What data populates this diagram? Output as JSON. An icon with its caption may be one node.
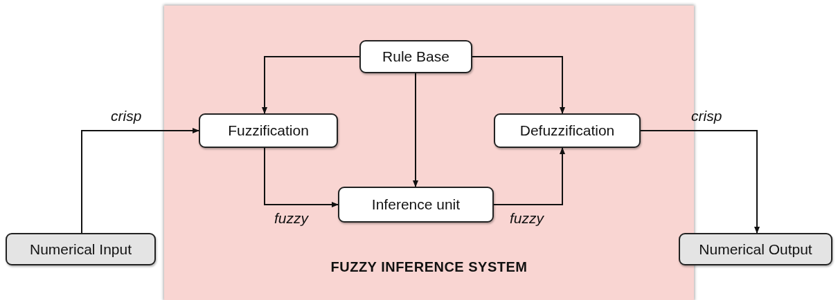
{
  "diagram": {
    "nodes": [
      {
        "text": [
          "FUZZY INFERENCE SYSTEM"
        ]
      },
      {
        "text": [
          "Rule Base"
        ],
        "in": 0
      },
      {
        "text": [
          "Fuzzification"
        ],
        "in": 0
      },
      {
        "text": [
          "Defuzzification"
        ],
        "in": 0
      },
      {
        "text": [
          "Inference unit"
        ],
        "in": 0
      },
      {
        "text": [
          "Numerical Input"
        ]
      },
      {
        "text": [
          "Numerical Output"
        ]
      }
    ],
    "edges": [
      {
        "from": 5,
        "to": 2,
        "arrow": "to",
        "label": "crisp"
      },
      {
        "from": 1,
        "to": 2,
        "arrow": "to"
      },
      {
        "from": 1,
        "to": 3,
        "arrow": "to"
      },
      {
        "from": 1,
        "to": 4,
        "arrow": "to"
      },
      {
        "from": 2,
        "to": 4,
        "arrow": "to",
        "label": "fuzzy"
      },
      {
        "from": 4,
        "to": 3,
        "arrow": "to",
        "label": "fuzzy"
      },
      {
        "from": 3,
        "to": 6,
        "arrow": "to",
        "label": "crisp"
      }
    ]
  }
}
